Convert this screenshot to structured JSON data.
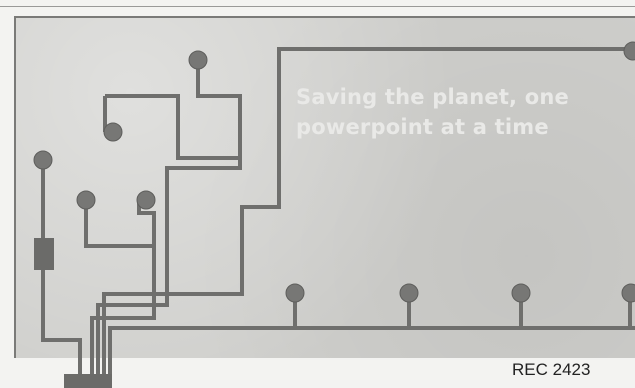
{
  "slide": {
    "slogan_line1": "Saving the planet, one",
    "slogan_line2": "powerpoint at a time"
  },
  "caption": "REC 2423",
  "colors": {
    "background": "#cfcfcc",
    "trace": "#6f6f6d",
    "node": "#777775",
    "slogan_text": "#e9e9e7"
  }
}
